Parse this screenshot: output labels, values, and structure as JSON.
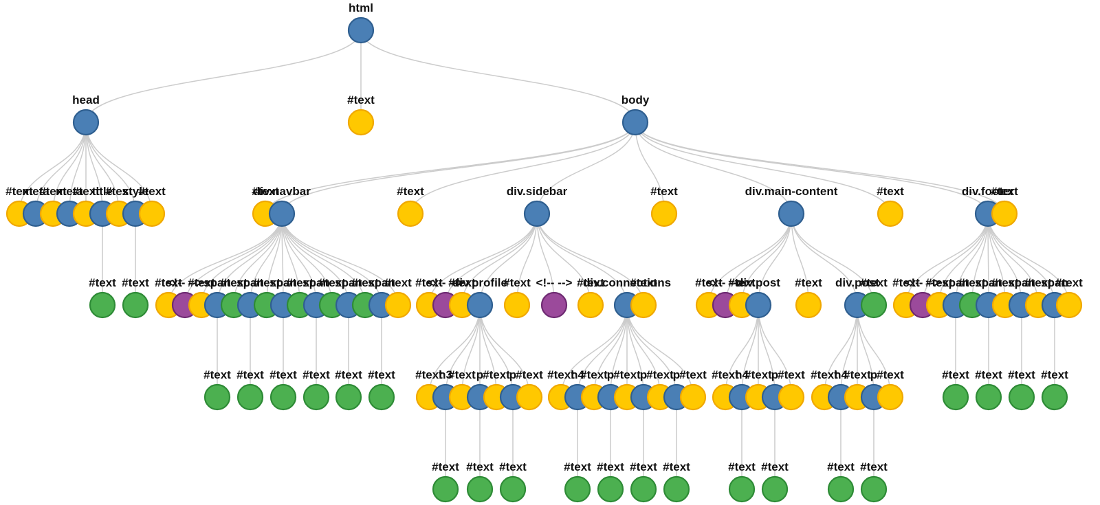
{
  "colors": {
    "element": "#4a7fb5",
    "element_stroke": "#2f5f90",
    "text": "#ffc800",
    "text_stroke": "#f0a800",
    "comment": "#9b4a9b",
    "comment_stroke": "#6e2a72",
    "leaf_text": "#4cb050",
    "leaf_text_stroke": "#2e8b36",
    "edge": "#cccccc"
  },
  "tree": {
    "label": "html",
    "kind": "element",
    "children": [
      {
        "label": "head",
        "kind": "element",
        "children": [
          {
            "label": "#text",
            "kind": "text"
          },
          {
            "label": "meta",
            "kind": "element"
          },
          {
            "label": "#text",
            "kind": "text"
          },
          {
            "label": "meta",
            "kind": "element"
          },
          {
            "label": "#text",
            "kind": "text"
          },
          {
            "label": "title",
            "kind": "element",
            "children": [
              {
                "label": "#text",
                "kind": "leaf"
              }
            ]
          },
          {
            "label": "#text",
            "kind": "text"
          },
          {
            "label": "style",
            "kind": "element",
            "children": [
              {
                "label": "#text",
                "kind": "leaf"
              }
            ]
          },
          {
            "label": "#text",
            "kind": "text"
          }
        ]
      },
      {
        "label": "#text",
        "kind": "text"
      },
      {
        "label": "body",
        "kind": "element",
        "children": [
          {
            "label": "#text",
            "kind": "text"
          },
          {
            "label": "div.navbar",
            "kind": "element",
            "children": [
              {
                "label": "#text",
                "kind": "text"
              },
              {
                "label": "<!-- -->",
                "kind": "comment"
              },
              {
                "label": "#text",
                "kind": "text"
              },
              {
                "label": "span",
                "kind": "element",
                "children": [
                  {
                    "label": "#text",
                    "kind": "leaf"
                  }
                ]
              },
              {
                "label": "#text",
                "kind": "leaf"
              },
              {
                "label": "span",
                "kind": "element",
                "children": [
                  {
                    "label": "#text",
                    "kind": "leaf"
                  }
                ]
              },
              {
                "label": "#text",
                "kind": "leaf"
              },
              {
                "label": "span",
                "kind": "element",
                "children": [
                  {
                    "label": "#text",
                    "kind": "leaf"
                  }
                ]
              },
              {
                "label": "#text",
                "kind": "leaf"
              },
              {
                "label": "span",
                "kind": "element",
                "children": [
                  {
                    "label": "#text",
                    "kind": "leaf"
                  }
                ]
              },
              {
                "label": "#text",
                "kind": "leaf"
              },
              {
                "label": "span",
                "kind": "element",
                "children": [
                  {
                    "label": "#text",
                    "kind": "leaf"
                  }
                ]
              },
              {
                "label": "#text",
                "kind": "leaf"
              },
              {
                "label": "span",
                "kind": "element",
                "children": [
                  {
                    "label": "#text",
                    "kind": "leaf"
                  }
                ]
              },
              {
                "label": "#text",
                "kind": "text"
              }
            ]
          },
          {
            "label": "#text",
            "kind": "text"
          },
          {
            "label": "div.sidebar",
            "kind": "element",
            "children": [
              {
                "label": "#text",
                "kind": "text"
              },
              {
                "label": "<!-- -->",
                "kind": "comment"
              },
              {
                "label": "#text",
                "kind": "text"
              },
              {
                "label": "div.profile",
                "kind": "element",
                "children": [
                  {
                    "label": "#text",
                    "kind": "text"
                  },
                  {
                    "label": "h3",
                    "kind": "element",
                    "children": [
                      {
                        "label": "#text",
                        "kind": "leaf"
                      }
                    ]
                  },
                  {
                    "label": "#text",
                    "kind": "text"
                  },
                  {
                    "label": "p",
                    "kind": "element",
                    "children": [
                      {
                        "label": "#text",
                        "kind": "leaf"
                      }
                    ]
                  },
                  {
                    "label": "#text",
                    "kind": "text"
                  },
                  {
                    "label": "p",
                    "kind": "element",
                    "children": [
                      {
                        "label": "#text",
                        "kind": "leaf"
                      }
                    ]
                  },
                  {
                    "label": "#text",
                    "kind": "text"
                  }
                ]
              },
              {
                "label": "#text",
                "kind": "text"
              },
              {
                "label": "<!-- -->",
                "kind": "comment"
              },
              {
                "label": "#text",
                "kind": "text"
              },
              {
                "label": "div.connections",
                "kind": "element",
                "children": [
                  {
                    "label": "#text",
                    "kind": "text"
                  },
                  {
                    "label": "h4",
                    "kind": "element",
                    "children": [
                      {
                        "label": "#text",
                        "kind": "leaf"
                      }
                    ]
                  },
                  {
                    "label": "#text",
                    "kind": "text"
                  },
                  {
                    "label": "p",
                    "kind": "element",
                    "children": [
                      {
                        "label": "#text",
                        "kind": "leaf"
                      }
                    ]
                  },
                  {
                    "label": "#text",
                    "kind": "text"
                  },
                  {
                    "label": "p",
                    "kind": "element",
                    "children": [
                      {
                        "label": "#text",
                        "kind": "leaf"
                      }
                    ]
                  },
                  {
                    "label": "#text",
                    "kind": "text"
                  },
                  {
                    "label": "p",
                    "kind": "element",
                    "children": [
                      {
                        "label": "#text",
                        "kind": "leaf"
                      }
                    ]
                  },
                  {
                    "label": "#text",
                    "kind": "text"
                  }
                ]
              },
              {
                "label": "#text",
                "kind": "text"
              }
            ]
          },
          {
            "label": "#text",
            "kind": "text"
          },
          {
            "label": "div.main-content",
            "kind": "element",
            "children": [
              {
                "label": "#text",
                "kind": "text"
              },
              {
                "label": "<!-- -->",
                "kind": "comment"
              },
              {
                "label": "#text",
                "kind": "text"
              },
              {
                "label": "div.post",
                "kind": "element",
                "children": [
                  {
                    "label": "#text",
                    "kind": "text"
                  },
                  {
                    "label": "h4",
                    "kind": "element",
                    "children": [
                      {
                        "label": "#text",
                        "kind": "leaf"
                      }
                    ]
                  },
                  {
                    "label": "#text",
                    "kind": "text"
                  },
                  {
                    "label": "p",
                    "kind": "element",
                    "children": [
                      {
                        "label": "#text",
                        "kind": "leaf"
                      }
                    ]
                  },
                  {
                    "label": "#text",
                    "kind": "text"
                  }
                ]
              },
              {
                "label": "#text",
                "kind": "text"
              },
              {
                "label": "div.post",
                "kind": "element",
                "children": [
                  {
                    "label": "#text",
                    "kind": "text"
                  },
                  {
                    "label": "h4",
                    "kind": "element",
                    "children": [
                      {
                        "label": "#text",
                        "kind": "leaf"
                      }
                    ]
                  },
                  {
                    "label": "#text",
                    "kind": "text"
                  },
                  {
                    "label": "p",
                    "kind": "element",
                    "children": [
                      {
                        "label": "#text",
                        "kind": "leaf"
                      }
                    ]
                  },
                  {
                    "label": "#text",
                    "kind": "text"
                  }
                ]
              },
              {
                "label": "#text",
                "kind": "leaf"
              }
            ]
          },
          {
            "label": "#text",
            "kind": "text"
          },
          {
            "label": "div.footer",
            "kind": "element",
            "children": [
              {
                "label": "#text",
                "kind": "text"
              },
              {
                "label": "<!-- -->",
                "kind": "comment"
              },
              {
                "label": "#text",
                "kind": "text"
              },
              {
                "label": "span",
                "kind": "element",
                "children": [
                  {
                    "label": "#text",
                    "kind": "leaf"
                  }
                ]
              },
              {
                "label": "#text",
                "kind": "leaf"
              },
              {
                "label": "span",
                "kind": "element",
                "children": [
                  {
                    "label": "#text",
                    "kind": "leaf"
                  }
                ]
              },
              {
                "label": "#text",
                "kind": "text"
              },
              {
                "label": "span",
                "kind": "element",
                "children": [
                  {
                    "label": "#text",
                    "kind": "leaf"
                  }
                ]
              },
              {
                "label": "#text",
                "kind": "text"
              },
              {
                "label": "span",
                "kind": "element",
                "children": [
                  {
                    "label": "#text",
                    "kind": "leaf"
                  }
                ]
              },
              {
                "label": "#text",
                "kind": "text"
              }
            ]
          },
          {
            "label": "#text",
            "kind": "text"
          }
        ]
      }
    ]
  }
}
